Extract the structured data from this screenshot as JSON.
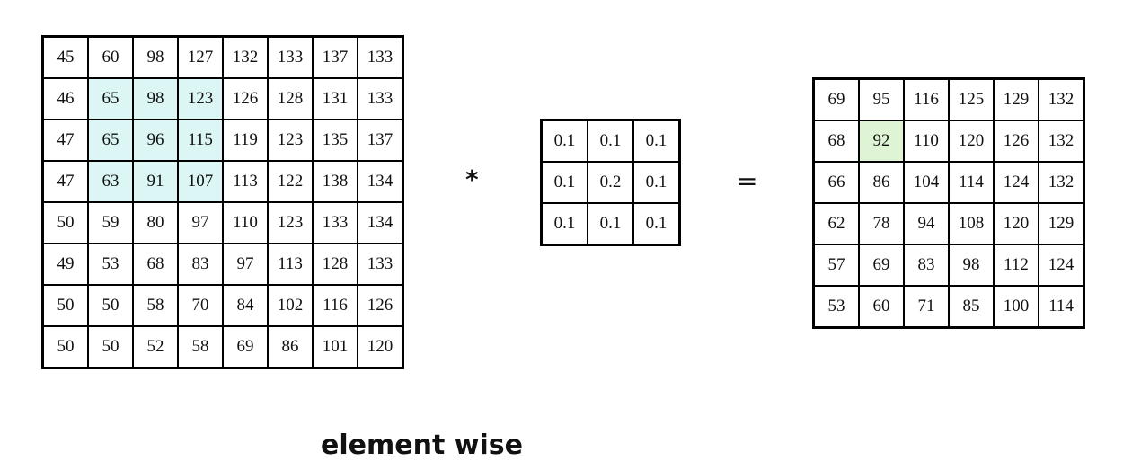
{
  "colors": {
    "receptive_field_highlight": "#dcf6f6",
    "output_cell_highlight": "#dff3d5",
    "border": "#000000"
  },
  "input_matrix": {
    "rows": [
      [
        "45",
        "60",
        "98",
        "127",
        "132",
        "133",
        "137",
        "133"
      ],
      [
        "46",
        "65",
        "98",
        "123",
        "126",
        "128",
        "131",
        "133"
      ],
      [
        "47",
        "65",
        "96",
        "115",
        "119",
        "123",
        "135",
        "137"
      ],
      [
        "47",
        "63",
        "91",
        "107",
        "113",
        "122",
        "138",
        "134"
      ],
      [
        "50",
        "59",
        "80",
        "97",
        "110",
        "123",
        "133",
        "134"
      ],
      [
        "49",
        "53",
        "68",
        "83",
        "97",
        "113",
        "128",
        "133"
      ],
      [
        "50",
        "50",
        "58",
        "70",
        "84",
        "102",
        "116",
        "126"
      ],
      [
        "50",
        "50",
        "52",
        "58",
        "69",
        "86",
        "101",
        "120"
      ]
    ],
    "highlighted_cells": [
      [
        1,
        1
      ],
      [
        1,
        2
      ],
      [
        1,
        3
      ],
      [
        2,
        1
      ],
      [
        2,
        2
      ],
      [
        2,
        3
      ],
      [
        3,
        1
      ],
      [
        3,
        2
      ],
      [
        3,
        3
      ]
    ]
  },
  "operators": {
    "multiply": "*",
    "equals": "="
  },
  "kernel_matrix": {
    "rows": [
      [
        "0.1",
        "0.1",
        "0.1"
      ],
      [
        "0.1",
        "0.2",
        "0.1"
      ],
      [
        "0.1",
        "0.1",
        "0.1"
      ]
    ]
  },
  "output_matrix": {
    "rows": [
      [
        "69",
        "95",
        "116",
        "125",
        "129",
        "132"
      ],
      [
        "68",
        "92",
        "110",
        "120",
        "126",
        "132"
      ],
      [
        "66",
        "86",
        "104",
        "114",
        "124",
        "132"
      ],
      [
        "62",
        "78",
        "94",
        "108",
        "120",
        "129"
      ],
      [
        "57",
        "69",
        "83",
        "98",
        "112",
        "124"
      ],
      [
        "53",
        "60",
        "71",
        "85",
        "100",
        "114"
      ]
    ],
    "highlighted_cells": [
      [
        1,
        1
      ]
    ]
  },
  "caption": "element wise"
}
